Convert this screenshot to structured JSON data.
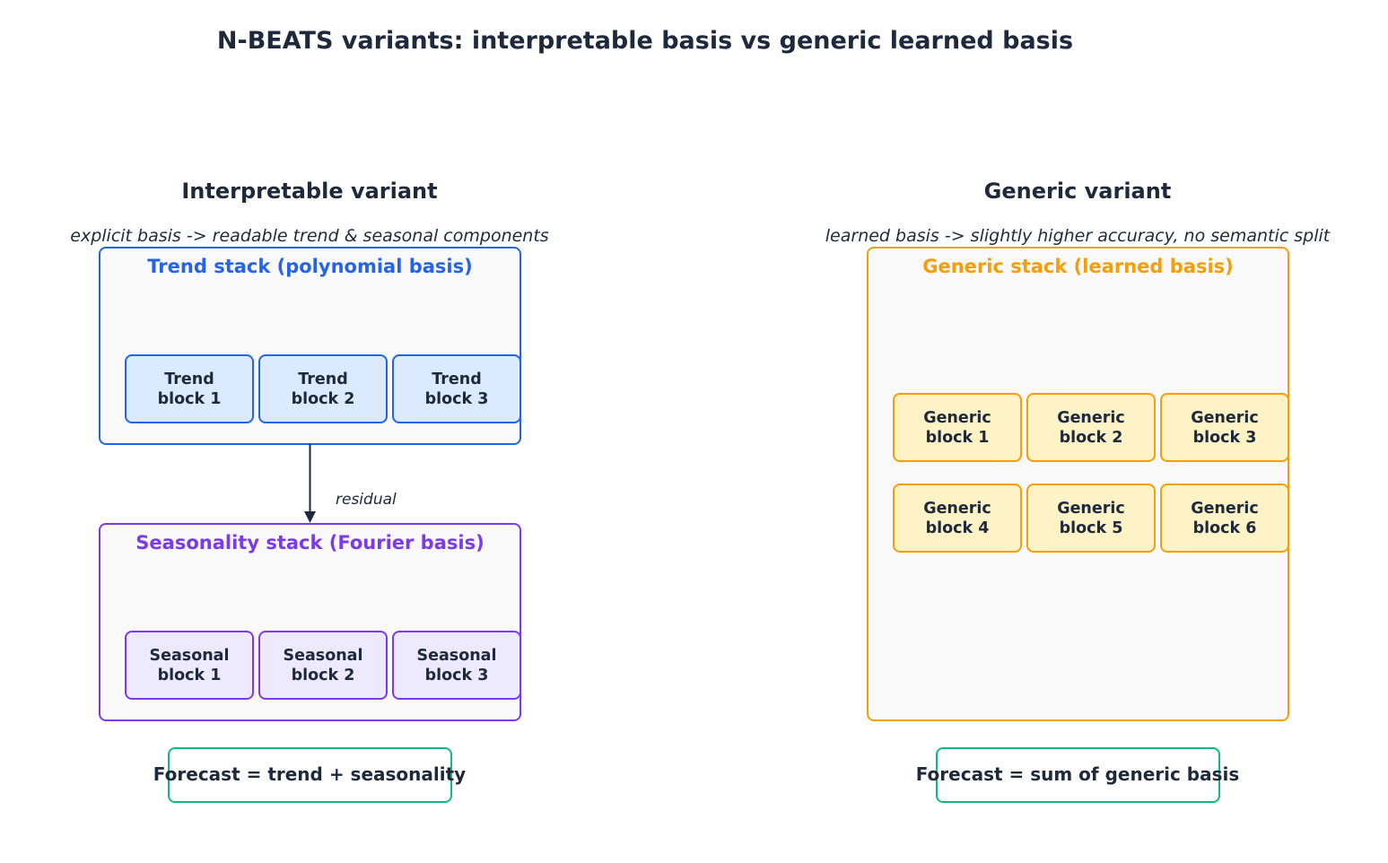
{
  "title": "N-BEATS variants: interpretable basis vs generic learned basis",
  "colors": {
    "trend": "#2563eb",
    "trend_fill": "#dbeafe",
    "seasonal": "#7c3aed",
    "seasonal_fill": "#ede9fe",
    "generic": "#f59e0b",
    "generic_fill": "#fef3c7",
    "forecast": "#10b981",
    "text": "#1e293b"
  },
  "interpretable": {
    "heading": "Interpretable variant",
    "subtitle": "explicit basis -> readable trend & seasonal components",
    "trend_stack": {
      "title": "Trend stack (polynomial basis)",
      "blocks": [
        "Trend\nblock 1",
        "Trend\nblock 2",
        "Trend\nblock 3"
      ]
    },
    "residual_label": "residual",
    "seasonality_stack": {
      "title": "Seasonality stack (Fourier basis)",
      "blocks": [
        "Seasonal\nblock 1",
        "Seasonal\nblock 2",
        "Seasonal\nblock 3"
      ]
    },
    "forecast": "Forecast = trend + seasonality"
  },
  "generic": {
    "heading": "Generic variant",
    "subtitle": "learned basis -> slightly higher accuracy, no semantic split",
    "stack": {
      "title": "Generic stack (learned basis)",
      "blocks": [
        "Generic\nblock 1",
        "Generic\nblock 2",
        "Generic\nblock 3",
        "Generic\nblock 4",
        "Generic\nblock 5",
        "Generic\nblock 6"
      ]
    },
    "forecast": "Forecast = sum of generic basis"
  }
}
